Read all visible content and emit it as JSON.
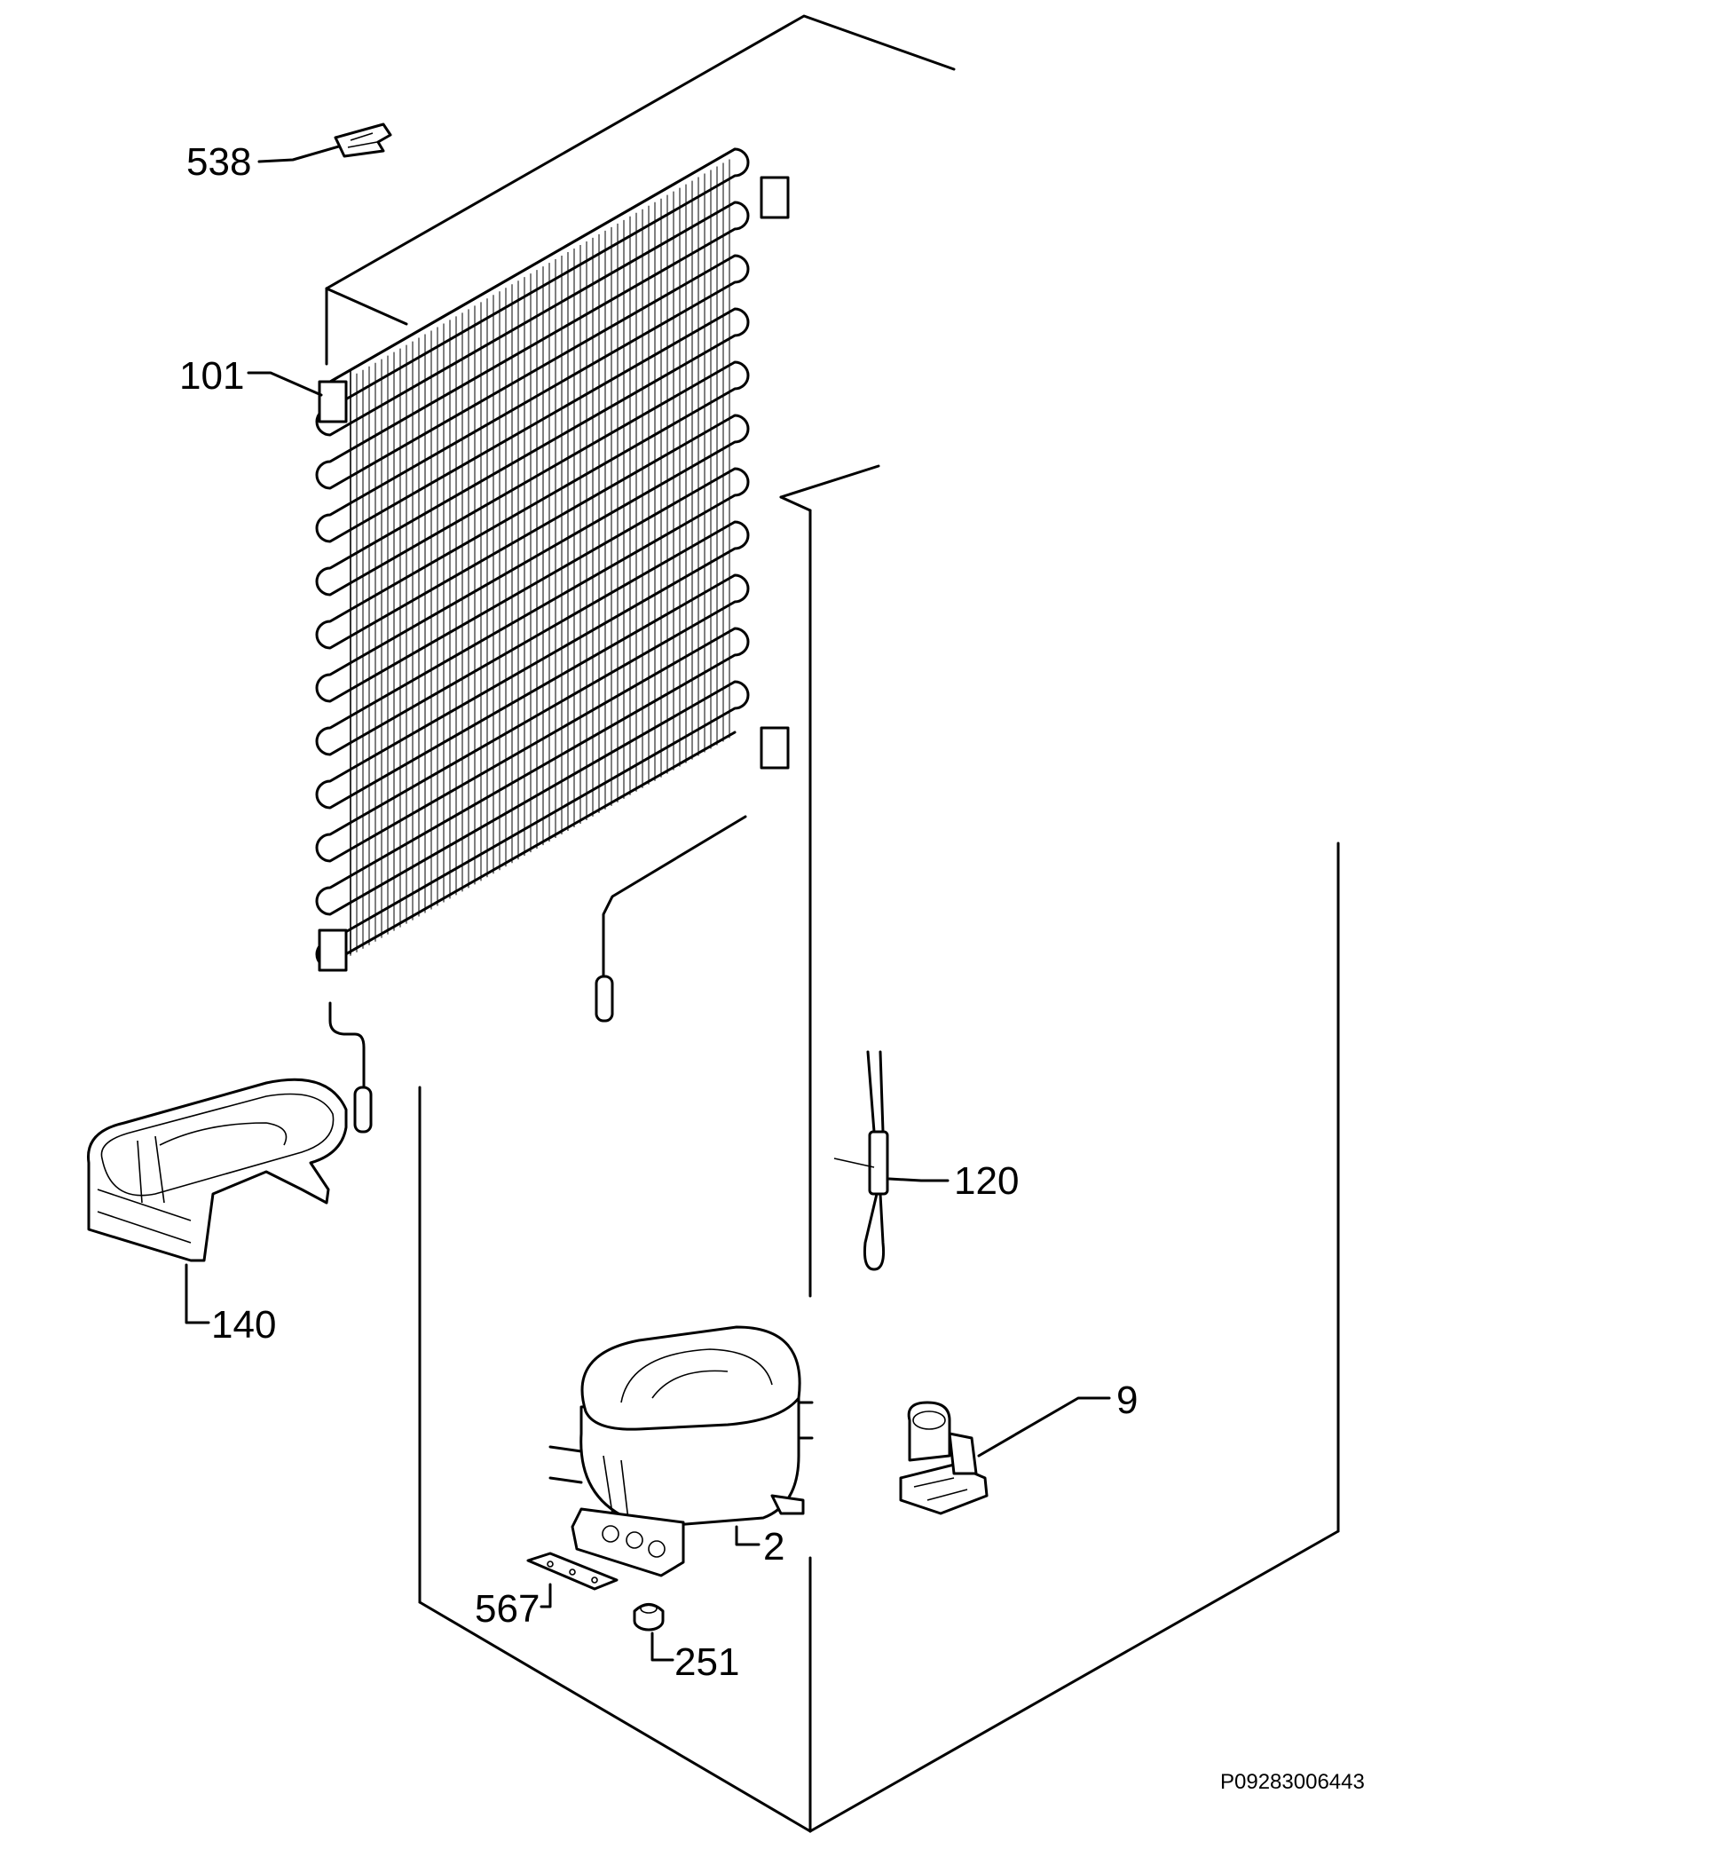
{
  "diagram": {
    "callouts": [
      {
        "id": "538",
        "label": "538"
      },
      {
        "id": "101",
        "label": "101"
      },
      {
        "id": "120",
        "label": "120"
      },
      {
        "id": "140",
        "label": "140"
      },
      {
        "id": "9",
        "label": "9"
      },
      {
        "id": "2",
        "label": "2"
      },
      {
        "id": "567",
        "label": "567"
      },
      {
        "id": "251",
        "label": "251"
      }
    ],
    "drawing_code": "P09283006443"
  }
}
